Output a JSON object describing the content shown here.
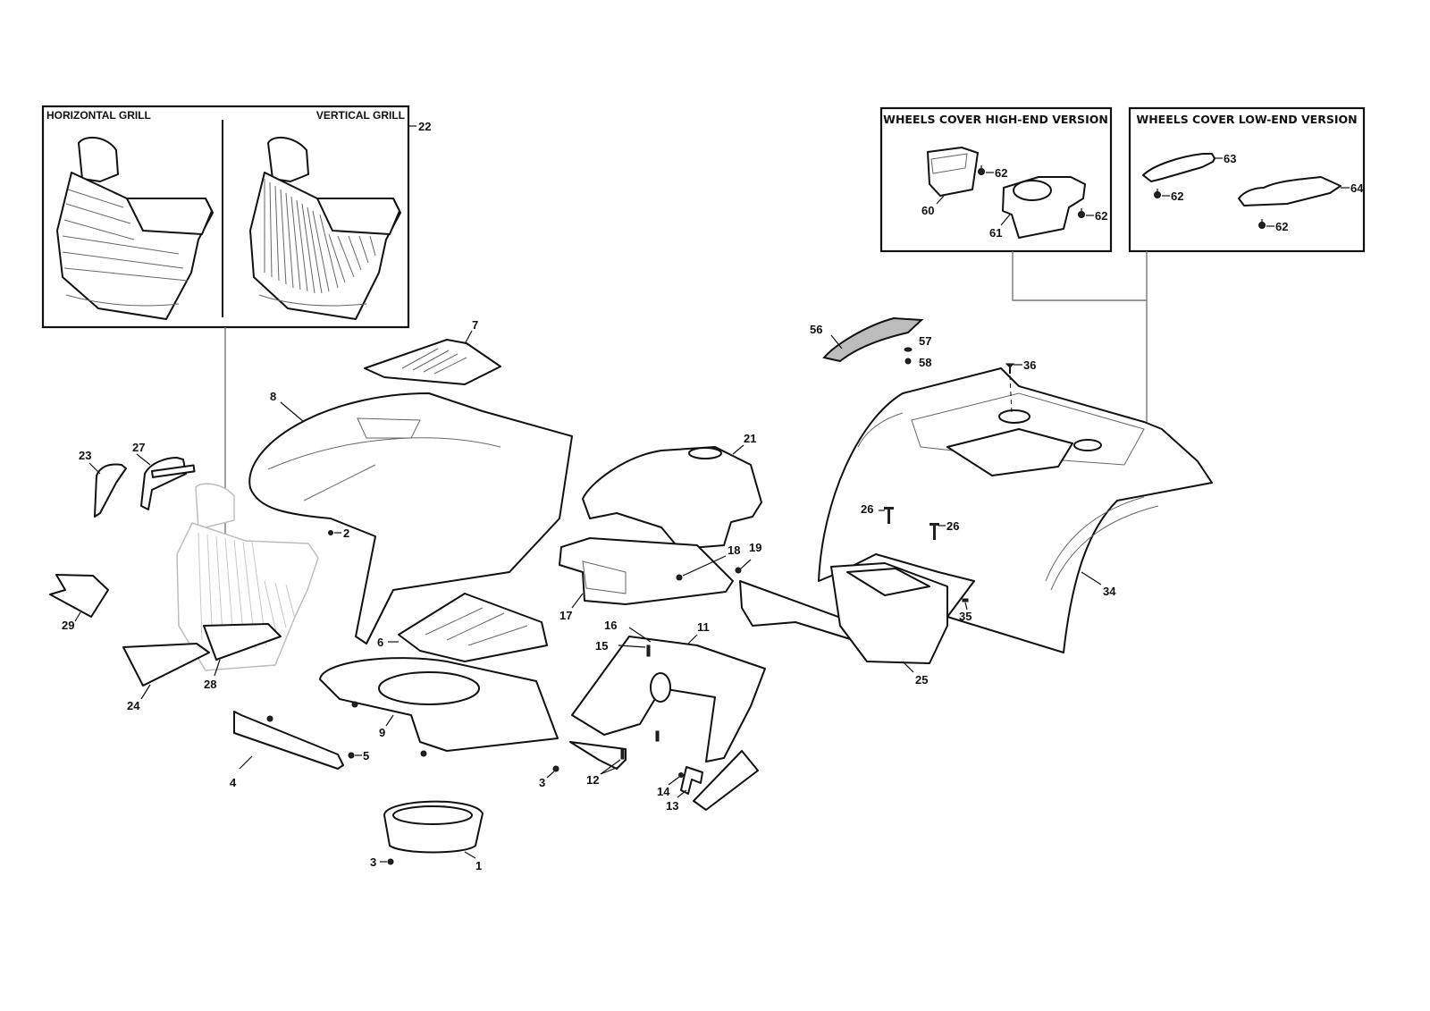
{
  "diagram": {
    "type": "exploded-parts-view",
    "panels": {
      "grill": {
        "left_title": "HORIZONTAL GRILL",
        "right_title": "VERTICAL GRILL",
        "ref": "22"
      },
      "high_end": {
        "title": "WHEELS COVER HIGH-END VERSION",
        "refs": [
          "60",
          "61",
          "62",
          "62"
        ]
      },
      "low_end": {
        "title": "WHEELS COVER LOW-END VERSION",
        "refs": [
          "63",
          "64",
          "62",
          "62"
        ]
      }
    },
    "callouts": {
      "c1": "1",
      "c2": "2",
      "c3a": "3",
      "c3b": "3",
      "c4": "4",
      "c5": "5",
      "c6": "6",
      "c7": "7",
      "c8": "8",
      "c9": "9",
      "c11": "11",
      "c12": "12",
      "c13": "13",
      "c14": "14",
      "c15": "15",
      "c16": "16",
      "c17": "17",
      "c18": "18",
      "c19": "19",
      "c21": "21",
      "c23": "23",
      "c24": "24",
      "c25": "25",
      "c26a": "26",
      "c26b": "26",
      "c27": "27",
      "c28": "28",
      "c29": "29",
      "c34": "34",
      "c35": "35",
      "c36": "36",
      "c56": "56",
      "c57": "57",
      "c58": "58"
    },
    "colors": {
      "line": "#111111",
      "ghost": "#bdbdbd",
      "highlight_fill": "#bcbcbc"
    }
  }
}
